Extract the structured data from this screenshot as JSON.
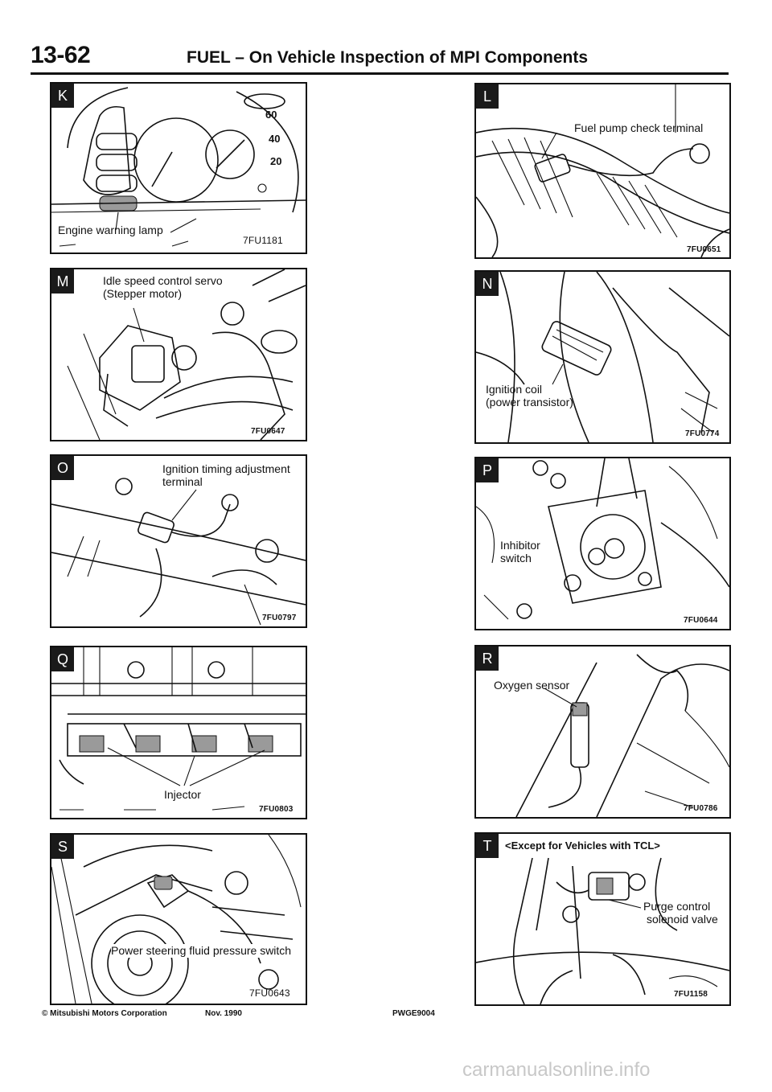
{
  "header": {
    "page_number": "13-62",
    "title": "FUEL – On Vehicle Inspection of MPI Components"
  },
  "panels": {
    "K": {
      "letter": "K",
      "label": "Engine warning lamp",
      "code": "7FU1181",
      "gauge_marks": [
        "60",
        "40",
        "20"
      ]
    },
    "L": {
      "letter": "L",
      "label": "Fuel pump check terminal",
      "code": "7FU0651"
    },
    "M": {
      "letter": "M",
      "label_line1": "Idle speed control servo",
      "label_line2": "(Stepper motor)",
      "code": "7FU0647"
    },
    "N": {
      "letter": "N",
      "label_line1": "Ignition coil",
      "label_line2": "(power transistor)",
      "code": "7FU0774"
    },
    "O": {
      "letter": "O",
      "label_line1": "Ignition timing adjustment",
      "label_line2": "terminal",
      "code": "7FU0797"
    },
    "P": {
      "letter": "P",
      "label_line1": "Inhibitor",
      "label_line2": "switch",
      "code": "7FU0644"
    },
    "Q": {
      "letter": "Q",
      "label": "Injector",
      "code": "7FU0803"
    },
    "R": {
      "letter": "R",
      "label": "Oxygen sensor",
      "code": "7FU0786"
    },
    "S": {
      "letter": "S",
      "label": "Power steering fluid pressure switch",
      "code": "7FU0643"
    },
    "T": {
      "letter": "T",
      "note": "<Except for Vehicles with TCL>",
      "label_line1": "Purge control",
      "label_line2": "solenoid valve",
      "code": "7FU1158"
    }
  },
  "footer": {
    "copyright": "© Mitsubishi Motors Corporation",
    "date": "Nov. 1990",
    "pub_code": "PWGE9004"
  },
  "watermark": "carmanualsonline.info"
}
